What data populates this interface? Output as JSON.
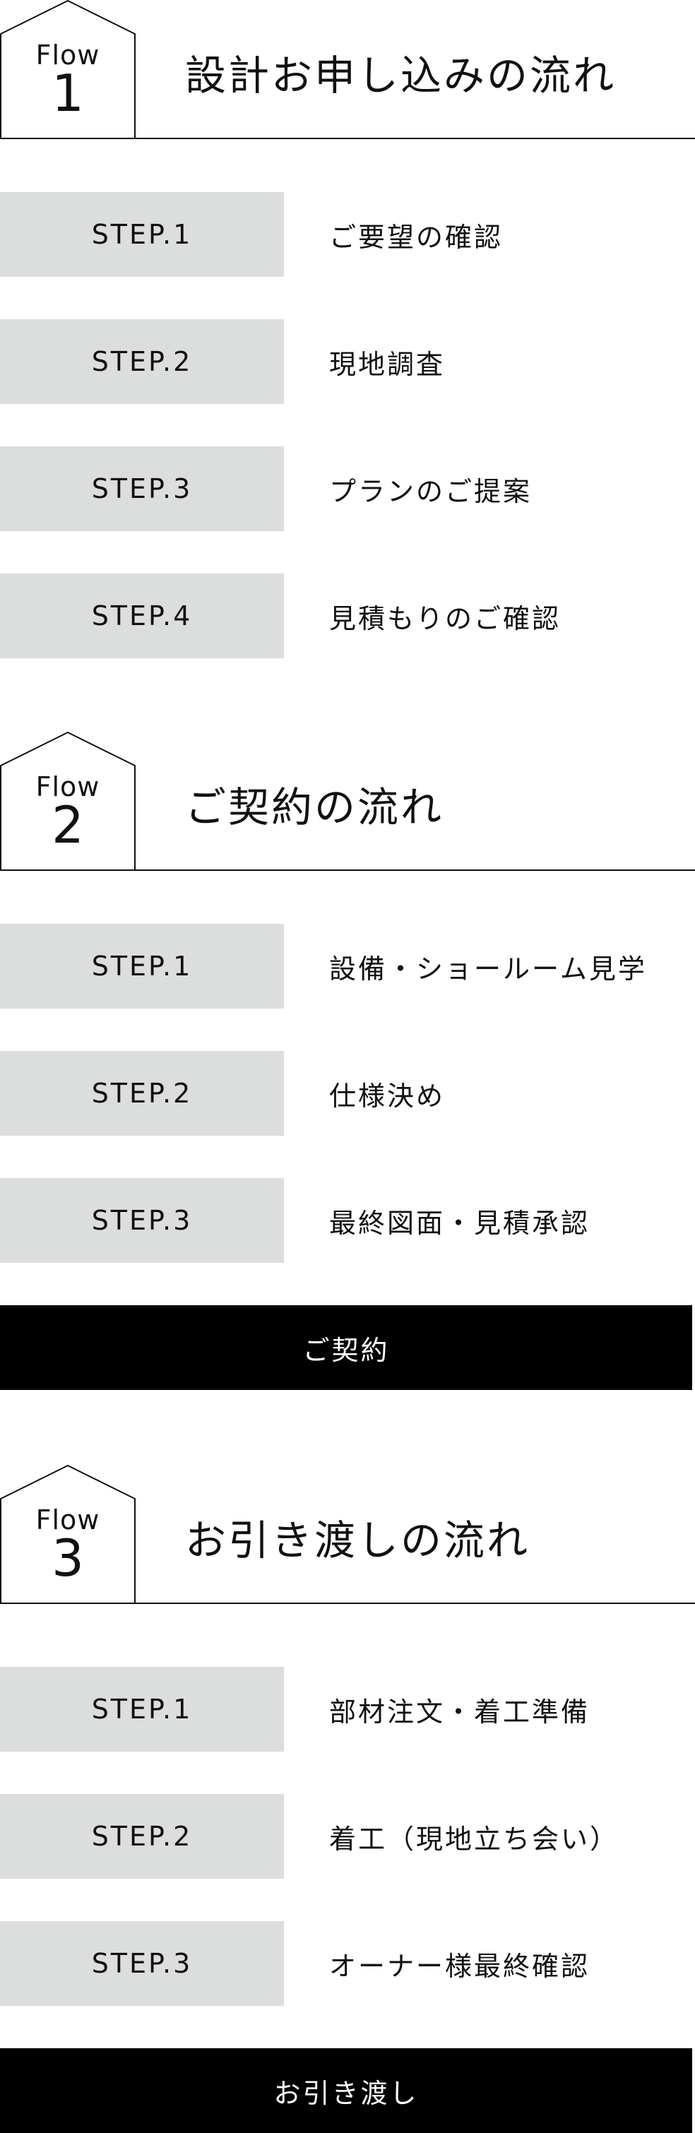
{
  "flows": [
    {
      "label": "Flow",
      "number": "1",
      "title": "設計お申し込みの流れ",
      "steps": [
        {
          "label": "STEP.1",
          "text": "ご要望の確認"
        },
        {
          "label": "STEP.2",
          "text": "現地調査"
        },
        {
          "label": "STEP.3",
          "text": "プランのご提案"
        },
        {
          "label": "STEP.4",
          "text": "見積もりのご確認"
        }
      ]
    },
    {
      "label": "Flow",
      "number": "2",
      "title": "ご契約の流れ",
      "steps": [
        {
          "label": "STEP.1",
          "text": "設備・ショールーム見学"
        },
        {
          "label": "STEP.2",
          "text": "仕様決め"
        },
        {
          "label": "STEP.3",
          "text": "最終図面・見積承認"
        }
      ],
      "final": "ご契約"
    },
    {
      "label": "Flow",
      "number": "3",
      "title": "お引き渡しの流れ",
      "steps": [
        {
          "label": "STEP.1",
          "text": "部材注文・着工準備"
        },
        {
          "label": "STEP.2",
          "text": "着工（現地立ち会い）"
        },
        {
          "label": "STEP.3",
          "text": "オーナー様最終確認"
        }
      ],
      "final": "お引き渡し"
    }
  ],
  "colors": {
    "step_box_bg": "#dcdddd",
    "final_bar_bg": "#000000",
    "final_bar_text": "#ffffff",
    "line": "#111111"
  }
}
